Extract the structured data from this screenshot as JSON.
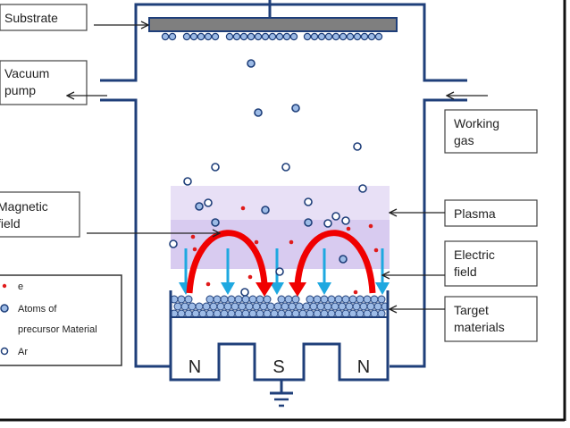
{
  "title": "Magnetron sputtering chamber schematic",
  "labels": {
    "substrate": "Substrate",
    "vacuum_pump": [
      "Vacuum",
      "pump"
    ],
    "working_gas": [
      "Working",
      "gas"
    ],
    "magnetic_field": [
      "Magnetic",
      "field"
    ],
    "plasma": "Plasma",
    "electric_field": [
      "Electric",
      "field"
    ],
    "target_materials": [
      "Target",
      "materials"
    ]
  },
  "legend": {
    "items": [
      {
        "symbol": "electron-dot",
        "label": "e"
      },
      {
        "symbol": "precursor-atom",
        "label": "Atoms of"
      },
      {
        "symbol": "none",
        "label": "precursor Material"
      },
      {
        "symbol": "argon-atom",
        "label": "Ar"
      }
    ]
  },
  "magnet_poles": [
    "N",
    "S",
    "N"
  ],
  "colors": {
    "chamber": "#1f3f7a",
    "substrate": "#7f7f7f",
    "precursor_fill": "#9dbbe6",
    "plasma_light": "#e6def5",
    "plasma_dark": "#d6c9ef",
    "electron": "#e01b1b",
    "magnetic_arrow": "#f00000",
    "electric_arrow": "#1ea8e0"
  }
}
